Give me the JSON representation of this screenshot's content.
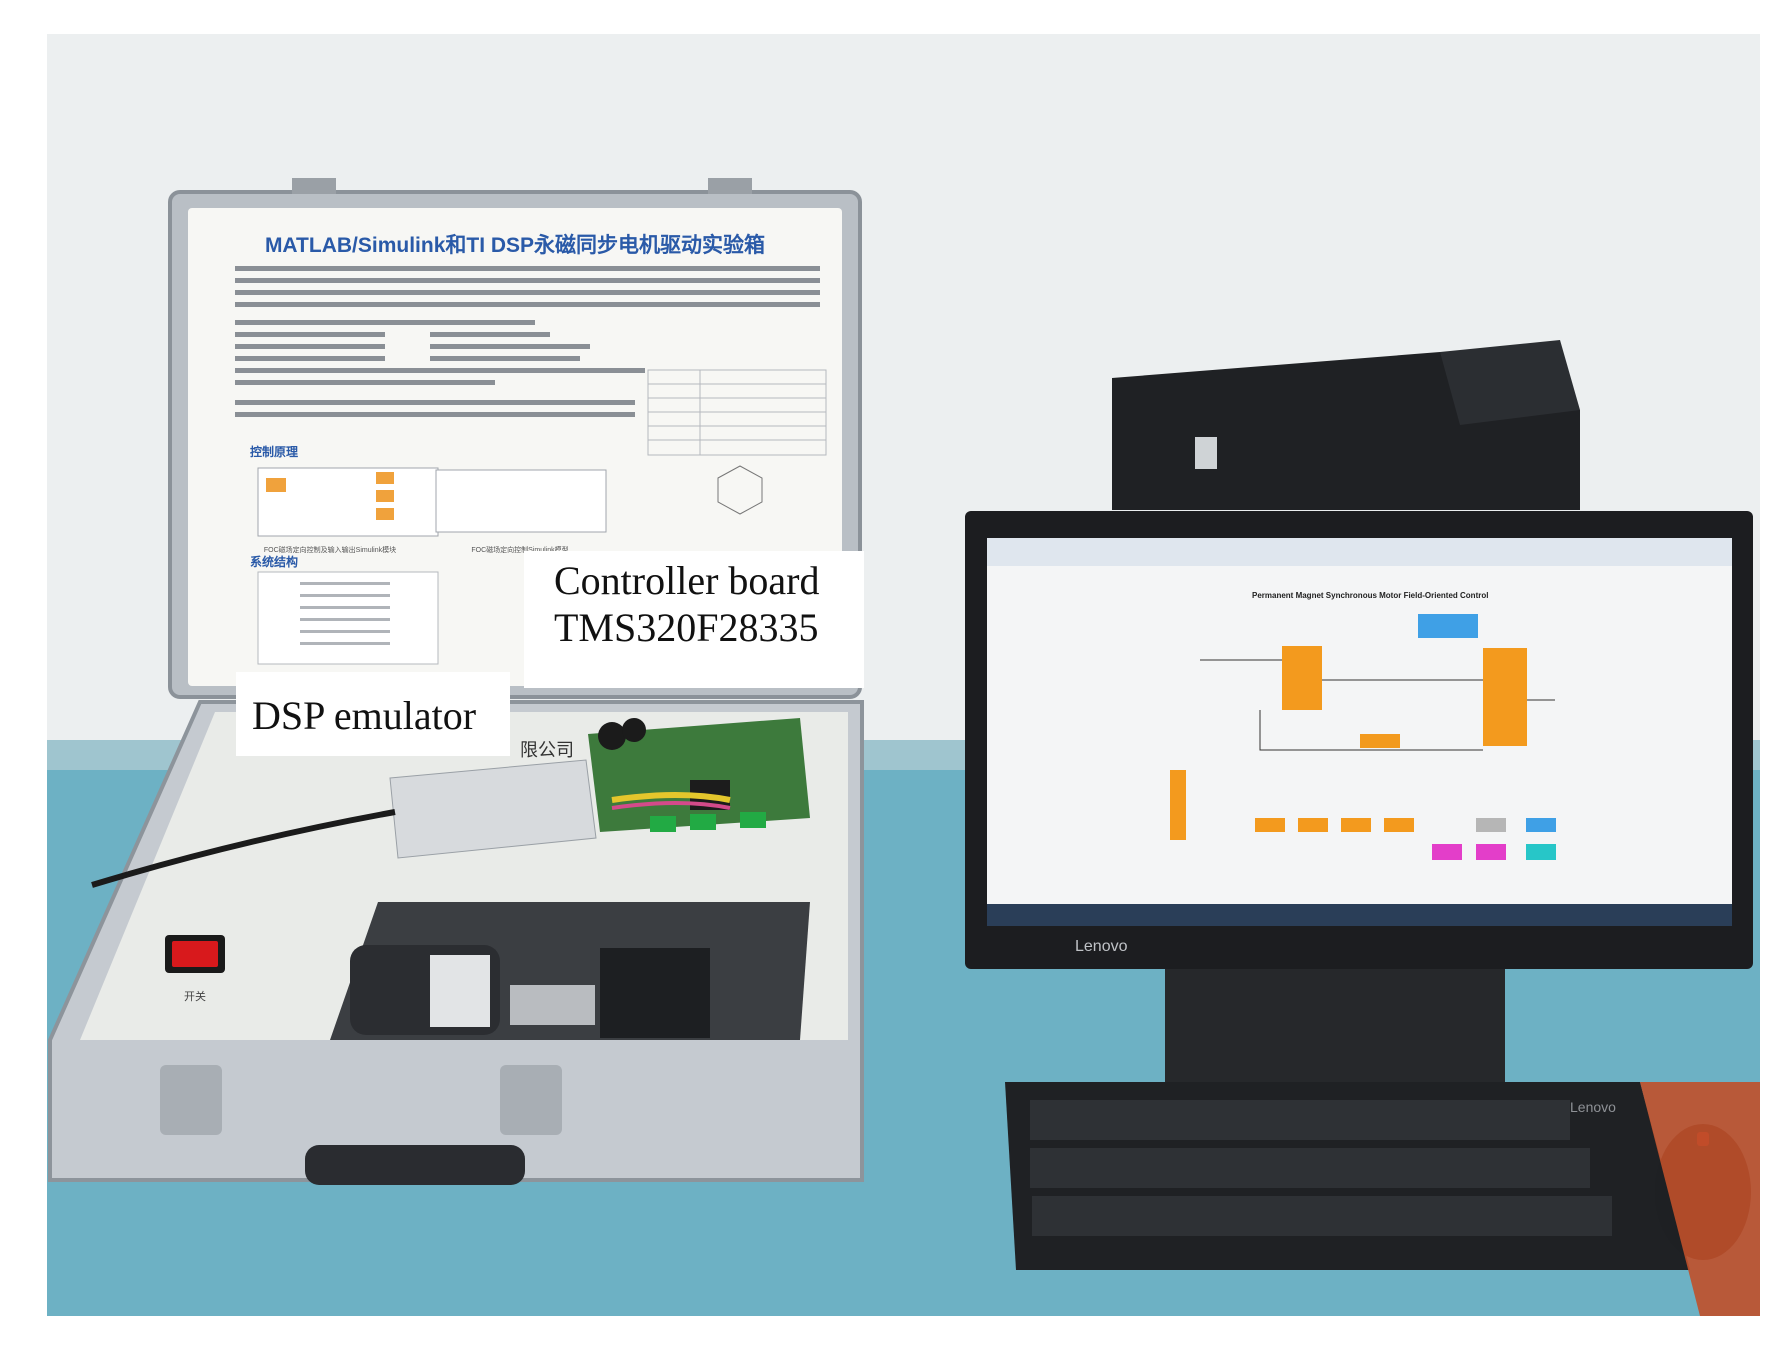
{
  "labels": {
    "controller_line1": "Controller board",
    "controller_line2": "TMS320F28335",
    "dsp_emulator": "DSP emulator"
  },
  "poster": {
    "title": "MATLAB/Simulink和TI DSP永磁同步电机驱动实验箱",
    "section_control": "控制原理",
    "section_system": "系统结构",
    "caption_left": "FOC磁场定向控制及输入输出Simulink模块",
    "caption_mid": "FOC磁场定向控制Simulink模型"
  },
  "monitor": {
    "brand": "Lenovo",
    "model_title": "Permanent Magnet Synchronous Motor Field-Oriented Control"
  },
  "keyboard": {
    "brand": "Lenovo"
  },
  "box": {
    "company_fragment": "限公司",
    "switch_label": "开关"
  },
  "colors": {
    "wall": "#eef0f1",
    "desk": "#6fb2c6",
    "case_aluminum": "#c7ccd1",
    "pcb_green": "#3d7a3c",
    "simulink_orange": "#f39a1e",
    "simulink_blue": "#3fa0e6",
    "simulink_magenta": "#e33ec9",
    "simulink_cyan": "#27c6c8",
    "switch_red": "#d8191c"
  }
}
